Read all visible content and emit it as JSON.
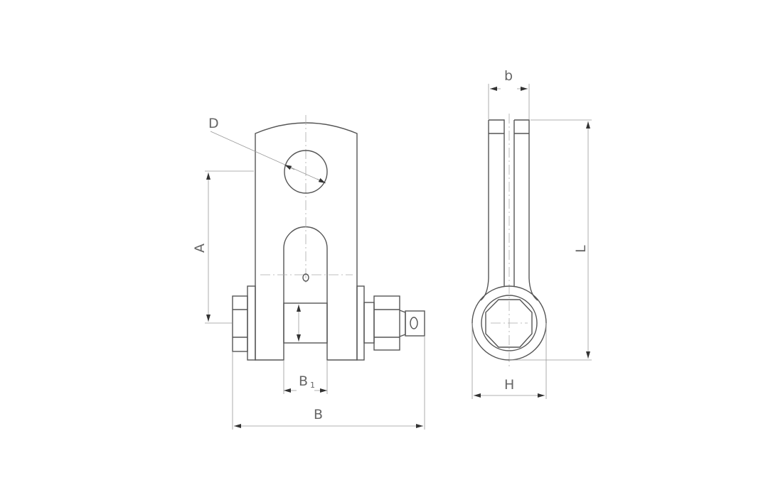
{
  "labels": {
    "D": "D",
    "A": "A",
    "B1_main": "B",
    "B1_sub": "1",
    "B": "B",
    "b": "b",
    "L": "L",
    "H": "H"
  }
}
